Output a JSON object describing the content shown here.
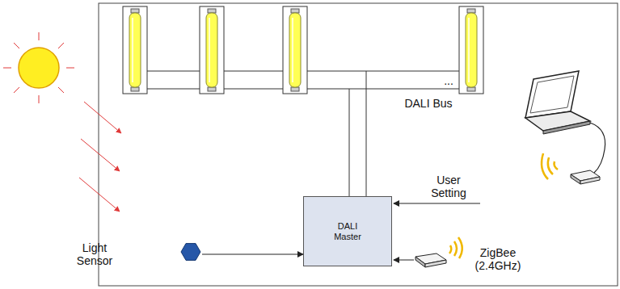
{
  "diagram": {
    "nodes": [
      {
        "text": [
          "DALI Master"
        ]
      },
      {
        "text": [
          "Light Sensor"
        ]
      }
    ],
    "edges": [
      {
        "from": 1,
        "to": 0,
        "arrow": "to"
      }
    ],
    "labels": [
      "...",
      "DALI Bus",
      "User Setting",
      "ZigBee (2.4GHz)"
    ]
  }
}
